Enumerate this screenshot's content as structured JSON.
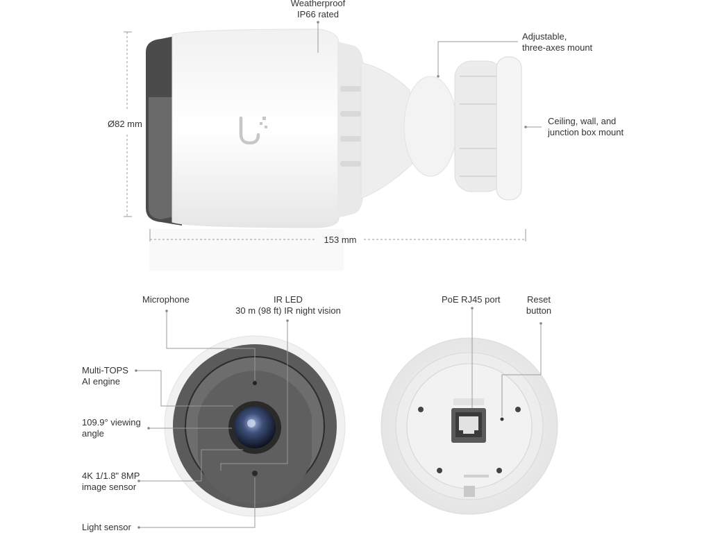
{
  "top_view": {
    "weatherproof": [
      "Weatherproof",
      "IP66 rated"
    ],
    "mount": [
      "Adjustable,",
      "three-axes mount"
    ],
    "ceiling": [
      "Ceiling, wall, and",
      "junction box mount"
    ],
    "diameter": "Ø82 mm",
    "length": "153 mm"
  },
  "front_view": {
    "microphone": "Microphone",
    "ir_led": [
      "IR LED",
      "30 m (98 ft) IR night vision"
    ],
    "ai_engine": [
      "Multi-TOPS",
      "AI engine"
    ],
    "viewing_angle": [
      "109.9° viewing",
      "angle"
    ],
    "sensor": [
      "4K 1/1.8\" 8MP",
      "image sensor"
    ],
    "light_sensor": "Light sensor"
  },
  "rear_view": {
    "poe_port": "PoE RJ45 port",
    "reset": [
      "Reset",
      "button"
    ]
  },
  "colors": {
    "body": "#f4f4f4",
    "shade": "#e2e2e2",
    "dark": "#4a4a4a",
    "line": "#999999",
    "text": "#333333"
  }
}
